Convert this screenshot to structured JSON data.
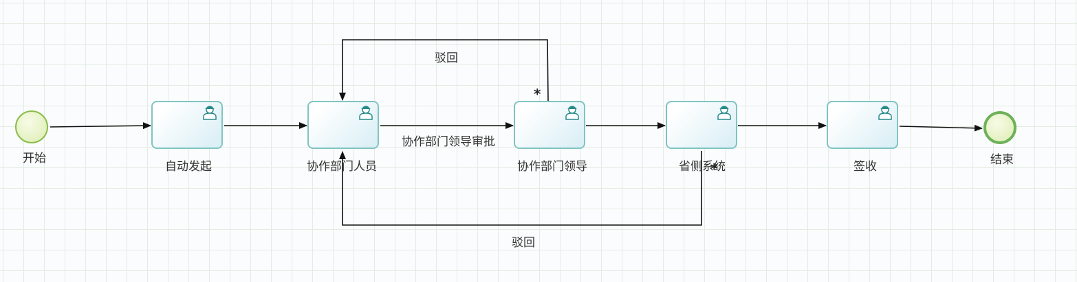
{
  "events": {
    "start_label": "开始",
    "end_label": "结束"
  },
  "tasks": [
    {
      "label": "自动发起"
    },
    {
      "label": "协作部门人员"
    },
    {
      "label": "协作部门领导"
    },
    {
      "label": "省侧系统"
    },
    {
      "label": "签收"
    }
  ],
  "flows": {
    "approve_label": "协作部门领导审批",
    "reject_top_label": "驳回",
    "reject_bottom_label": "驳回",
    "marker": "*"
  }
}
